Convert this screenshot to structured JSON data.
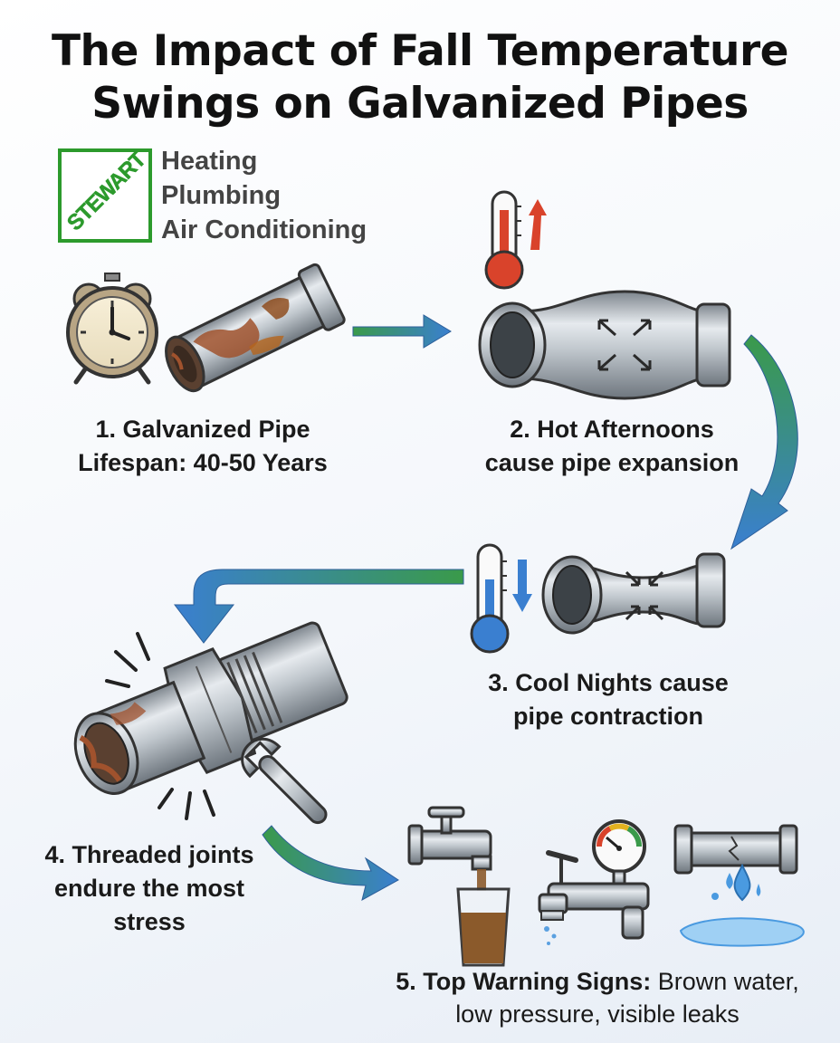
{
  "title": {
    "line1": "The Impact of Fall Temperature",
    "line2": "Swings on Galvanized Pipes"
  },
  "logo": {
    "brand": "STEWART",
    "services": [
      "Heating",
      "Plumbing",
      "Air Conditioning"
    ],
    "color": "#2c9a2c"
  },
  "steps": [
    {
      "line1": "1. Galvanized Pipe",
      "line2": "Lifespan: 40-50 Years"
    },
    {
      "line1": "2. Hot Afternoons",
      "line2": "cause pipe expansion"
    },
    {
      "line1": "3. Cool Nights cause",
      "line2": "pipe contraction"
    },
    {
      "line1": "4. Threaded joints",
      "line2": "endure the most",
      "line3": "stress"
    }
  ],
  "warning": {
    "label": "5. Top Warning Signs:",
    "text1": " Brown water,",
    "text2": "low pressure, visible leaks"
  },
  "colors": {
    "arrow_green": "#3a9a4a",
    "arrow_blue": "#3a7fd0",
    "hot": "#d9432b",
    "cold": "#3a7fd0"
  }
}
